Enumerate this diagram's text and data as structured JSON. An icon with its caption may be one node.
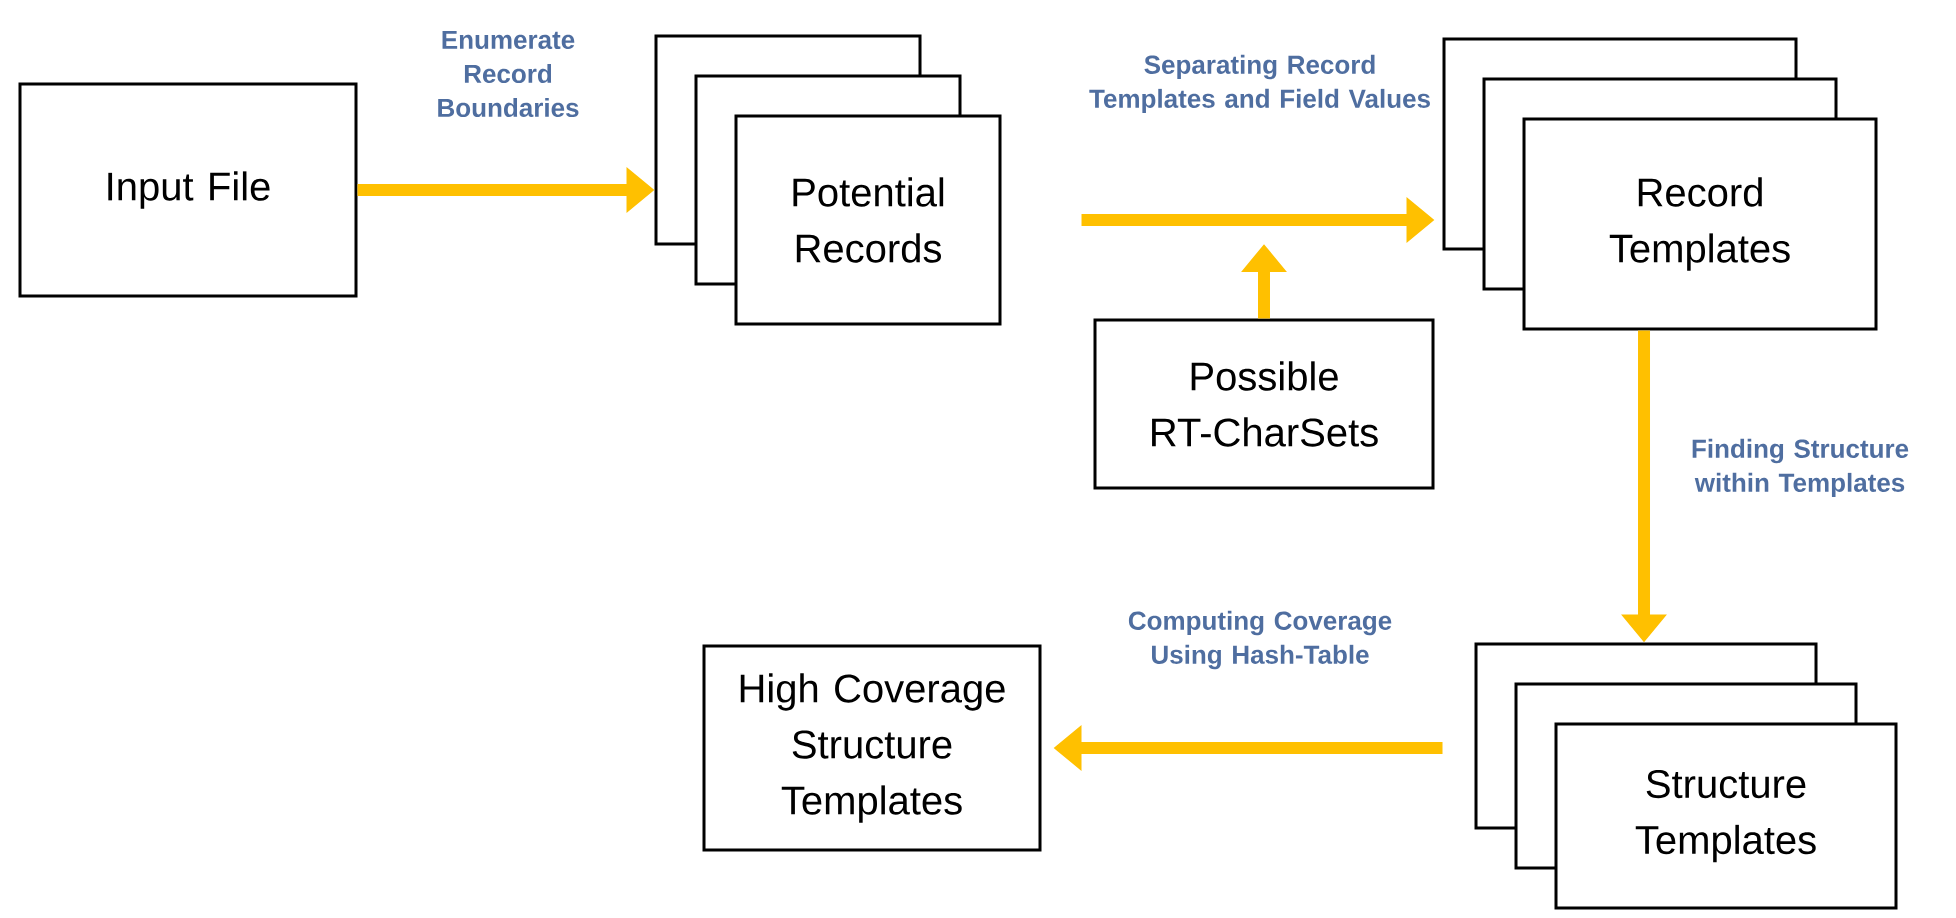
{
  "diagram": {
    "nodes": [
      {
        "text": [
          "Input File"
        ]
      },
      {
        "text": [
          "Potential Records"
        ]
      },
      {
        "text": [
          "Possible RT-CharSets"
        ]
      },
      {
        "text": [
          "Record Templates"
        ]
      },
      {
        "text": [
          "Structure Templates"
        ]
      },
      {
        "text": [
          "High Coverage Structure Templates"
        ]
      }
    ],
    "edges": [
      {
        "from": 0,
        "to": 1,
        "arrow": "to",
        "label": "Enumerate Record Boundaries"
      },
      {
        "from": 1,
        "to": 3,
        "arrow": "to",
        "label": "Separating Record Templates and Field Values"
      },
      {
        "from": 2,
        "to": null,
        "arrow": "to"
      },
      {
        "from": 3,
        "to": 4,
        "arrow": "to",
        "label": "Finding Structure within Templates"
      },
      {
        "from": 4,
        "to": 5,
        "arrow": "to",
        "label": "Computing Coverage Using Hash-Table"
      }
    ]
  }
}
